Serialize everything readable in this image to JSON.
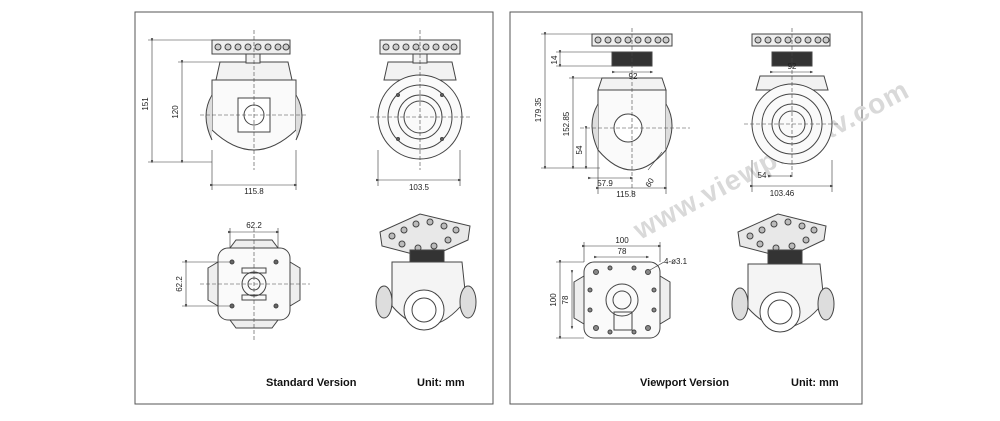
{
  "panels": [
    {
      "caption": "Standard Version",
      "unit": "Unit: mm",
      "dims": {
        "top_front_height": "151",
        "top_front_mid": "120",
        "top_front_width": "115.8",
        "top_side_width": "103.5",
        "bottom_width": "62.2",
        "bottom_height": "62.2"
      }
    },
    {
      "caption": "Viewport Version",
      "unit": "Unit: mm",
      "dims": {
        "left_14": "14",
        "left_179": "179.35",
        "left_152": "152.85",
        "left_54": "54",
        "top_92_a": "92",
        "top_92_b": "92",
        "bottom_57": "57.9",
        "bottom_115": "115.8",
        "diag_60": "60",
        "side_54": "54",
        "side_103": "103.46",
        "plate_100_w": "100",
        "plate_78_w": "78",
        "plate_holes": "4-ø3.1",
        "plate_100_h": "100",
        "plate_78_h": "78"
      }
    }
  ],
  "watermark": "www.viewprouav.com",
  "colors": {
    "line": "#444444",
    "border": "#555555",
    "shade": "#e8e8e8",
    "dark": "#333333"
  }
}
